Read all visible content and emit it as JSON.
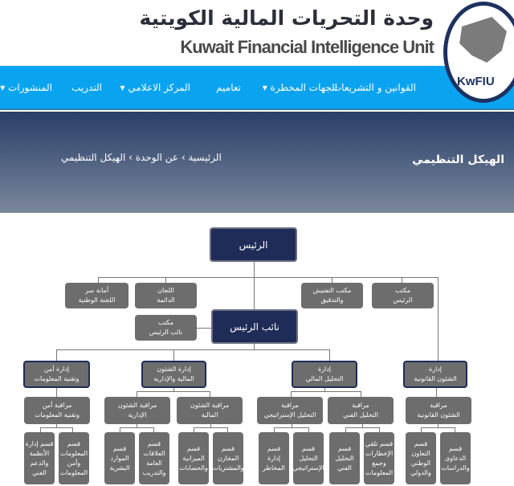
{
  "header": {
    "title_ar": "وحدة التحريات المالية الكويتية",
    "title_en": "Kuwait Financial Intelligence Unit",
    "logo_text": "KwFIU"
  },
  "nav": [
    "القوانين و التشريعات",
    "الجهات المخطرة ▾",
    "تعاميم",
    "المركز الاعلامي ▾",
    "التدريب",
    "المنشورات ▾"
  ],
  "hero": {
    "title": "الهيكل التنظيمي",
    "breadcrumb": "الرئيسية › عن الوحدة › الهيكل التنظيمي"
  },
  "chart": {
    "president": "الرئيس",
    "vice": "نائب الرئيس",
    "offices": [
      "أمانة سر\nاللجنة الوطنية",
      "اللجان\nالدائمة",
      "مكتب التفتيش\nوالتدقيق",
      "مكتب\nالرئيس"
    ],
    "vp_office": "مكتب\nنائب الرئيس",
    "directorates": [
      "إدارة أمن\nوتقنية المعلومات",
      "إدارة الشئون\nالمالية والإدارية",
      "إدارة\nالتحليل المالي",
      "إدارة\nالشئون القانونية"
    ],
    "monitoring": [
      "مراقبة أمن\nوتقنية المعلومات",
      "مراقبة الشئون\nالإدارية",
      "مراقبة الشئون\nالمالية",
      "مراقبة\nالتحليل الإستراتيجي",
      "مراقبة\nالتحليل الفني",
      "مراقبة\nالشئون القانونية"
    ],
    "sections": [
      "قسم إدارة\nالأنظمة\nوالدعم\nالفني",
      "قسم\nالمعلومات\nوأمن\nالمعلومات",
      "قسم\nالموارد\nالبشرية",
      "قسم\nالعلاقات\nالعامة\nوالتدريب",
      "قسم\nالميزانية\nوالحسابات",
      "قسم\nالمخازن\nوالمشتريات",
      "قسم\nإدارة\nالمخاطر",
      "قسم\nالتحليل\nالإستراتيجي",
      "قسم\nالتحليل\nالفني",
      "قسم تلقي\nالإخطارات\nوجمع\nالمعلومات",
      "قسم\nالتعاون\nالوطني\nوالدولي",
      "قسم\nالدعاوى\nوالدراسات"
    ]
  }
}
